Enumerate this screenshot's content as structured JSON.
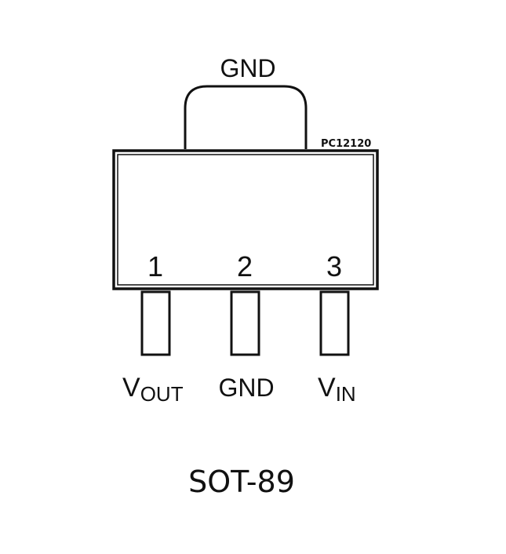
{
  "diagram": {
    "tab_label": "GND",
    "part_code": "PC12120",
    "pins": [
      {
        "number": "1",
        "label_main": "V",
        "label_sub": "OUT"
      },
      {
        "number": "2",
        "label_main": "GND",
        "label_sub": ""
      },
      {
        "number": "3",
        "label_main": "V",
        "label_sub": "IN"
      }
    ],
    "package_name": "SOT-89"
  }
}
